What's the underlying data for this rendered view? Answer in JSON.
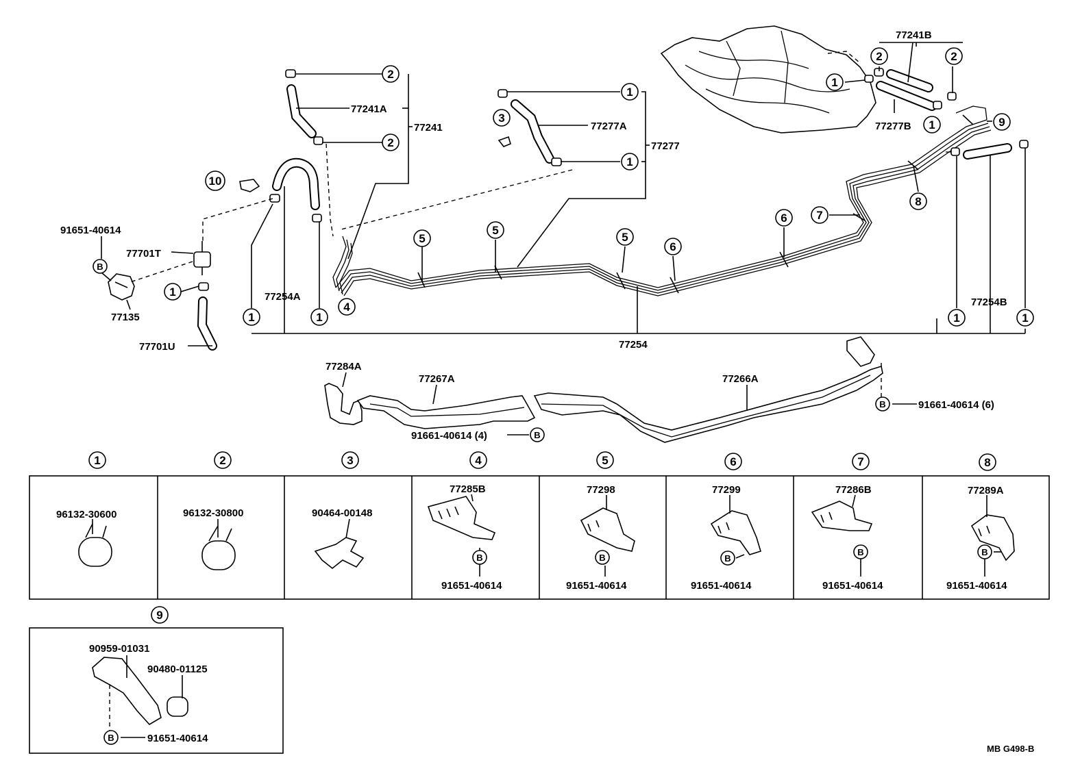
{
  "numbers": {
    "n1": "1",
    "n2": "2",
    "n3": "3",
    "n4": "4",
    "n5": "5",
    "n6": "6",
    "n7": "7",
    "n8": "8",
    "n9": "9",
    "n10": "10",
    "B": "B"
  },
  "labels": {
    "p77241A": "77241A",
    "p77241": "77241",
    "p77277A": "77277A",
    "p77277": "77277",
    "p77241B": "77241B",
    "p77277B": "77277B",
    "p91651_left": "91651-40614",
    "p77701T": "77701T",
    "p77135": "77135",
    "p77701U": "77701U",
    "p77254A": "77254A",
    "p77254": "77254",
    "p77254B": "77254B",
    "p77284A": "77284A",
    "p77267A": "77267A",
    "p77266A": "77266A",
    "p91661_4": "91661-40614 (4)",
    "p91661_6": "91661-40614 (6)"
  },
  "table": {
    "cells": [
      {
        "num": "1",
        "part": "96132-30600"
      },
      {
        "num": "2",
        "part": "96132-30800"
      },
      {
        "num": "3",
        "part": "90464-00148"
      },
      {
        "num": "4",
        "part": "77285B",
        "bolt": "91651-40614"
      },
      {
        "num": "5",
        "part": "77298",
        "bolt": "91651-40614"
      },
      {
        "num": "6",
        "part": "77299",
        "bolt": "91651-40614"
      },
      {
        "num": "7",
        "part": "77286B",
        "bolt": "91651-40614"
      },
      {
        "num": "8",
        "part": "77289A",
        "bolt": "91651-40614"
      }
    ],
    "cell9": {
      "num": "9",
      "part1": "90959-01031",
      "part2": "90480-01125",
      "bolt": "91651-40614"
    }
  },
  "footer": {
    "code": "MB G498-B"
  }
}
